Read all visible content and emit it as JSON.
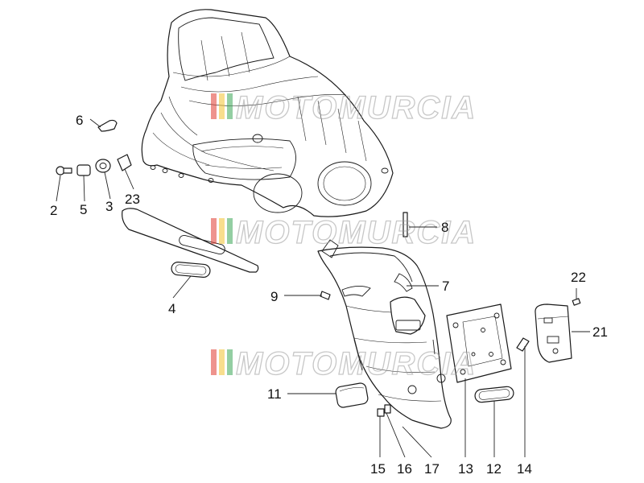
{
  "watermark": {
    "text": "MOTOMURCIA",
    "bar_colors": [
      "#e03a2f",
      "#f2c230",
      "#3aa655"
    ]
  },
  "callouts": [
    {
      "id": "c6",
      "label": "6"
    },
    {
      "id": "c2",
      "label": "2"
    },
    {
      "id": "c5",
      "label": "5"
    },
    {
      "id": "c3",
      "label": "3"
    },
    {
      "id": "c23",
      "label": "23"
    },
    {
      "id": "c4",
      "label": "4"
    },
    {
      "id": "c8",
      "label": "8"
    },
    {
      "id": "c9",
      "label": "9"
    },
    {
      "id": "c7",
      "label": "7"
    },
    {
      "id": "c22",
      "label": "22"
    },
    {
      "id": "c21",
      "label": "21"
    },
    {
      "id": "c11",
      "label": "11"
    },
    {
      "id": "c15",
      "label": "15"
    },
    {
      "id": "c16",
      "label": "16"
    },
    {
      "id": "c17",
      "label": "17"
    },
    {
      "id": "c13",
      "label": "13"
    },
    {
      "id": "c12",
      "label": "12"
    },
    {
      "id": "c14",
      "label": "14"
    }
  ]
}
